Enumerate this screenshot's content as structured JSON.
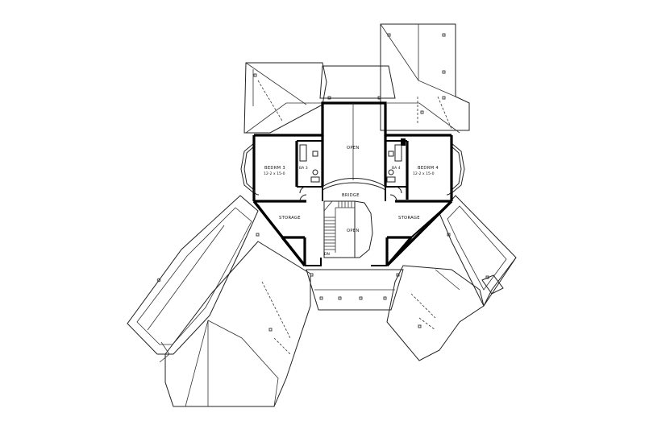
{
  "rooms": {
    "bedroom3_name": "BEDRM 3",
    "bedroom3_size": "12-2 x 15-0",
    "bath3": "BA 3",
    "bedroom4_name": "BEDRM 4",
    "bedroom4_size": "12-2 x 15-0",
    "bath4": "BA 4",
    "open_top": "OPEN",
    "open_stair": "OPEN",
    "bridge": "BRIDGE",
    "storage_left": "STORAGE",
    "storage_right": "STORAGE",
    "down": "DN"
  },
  "colors": {
    "ink": "#000000",
    "paper": "#ffffff"
  }
}
